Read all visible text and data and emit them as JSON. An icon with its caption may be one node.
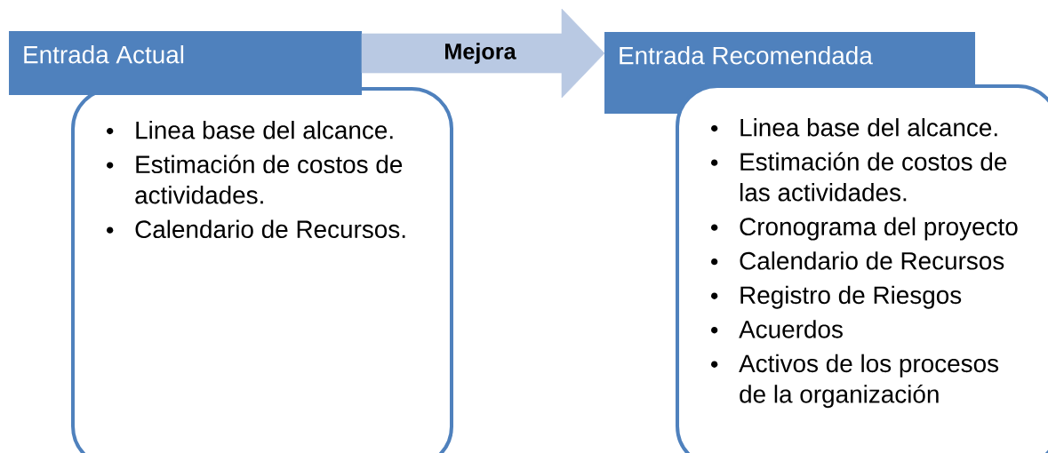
{
  "diagram": {
    "nodes": [
      {
        "text": [
          "Entrada Actual"
        ]
      },
      {
        "text": [
          "Linea base del alcance.",
          "Estimación de costos de actividades.",
          "Calendario de Recursos."
        ]
      },
      {
        "text": [
          "Entrada Recomendada"
        ]
      },
      {
        "text": [
          "Linea base del alcance.",
          "Estimación de costos de las actividades.",
          "Cronograma del proyecto",
          "Calendario de Recursos",
          "Registro de Riesgos",
          "Acuerdos",
          "Activos de los procesos de la organización"
        ]
      }
    ],
    "edges": [
      {
        "from": 0,
        "to": 2,
        "arrow": "to",
        "label": "Mejora",
        "style": "thick"
      }
    ]
  }
}
